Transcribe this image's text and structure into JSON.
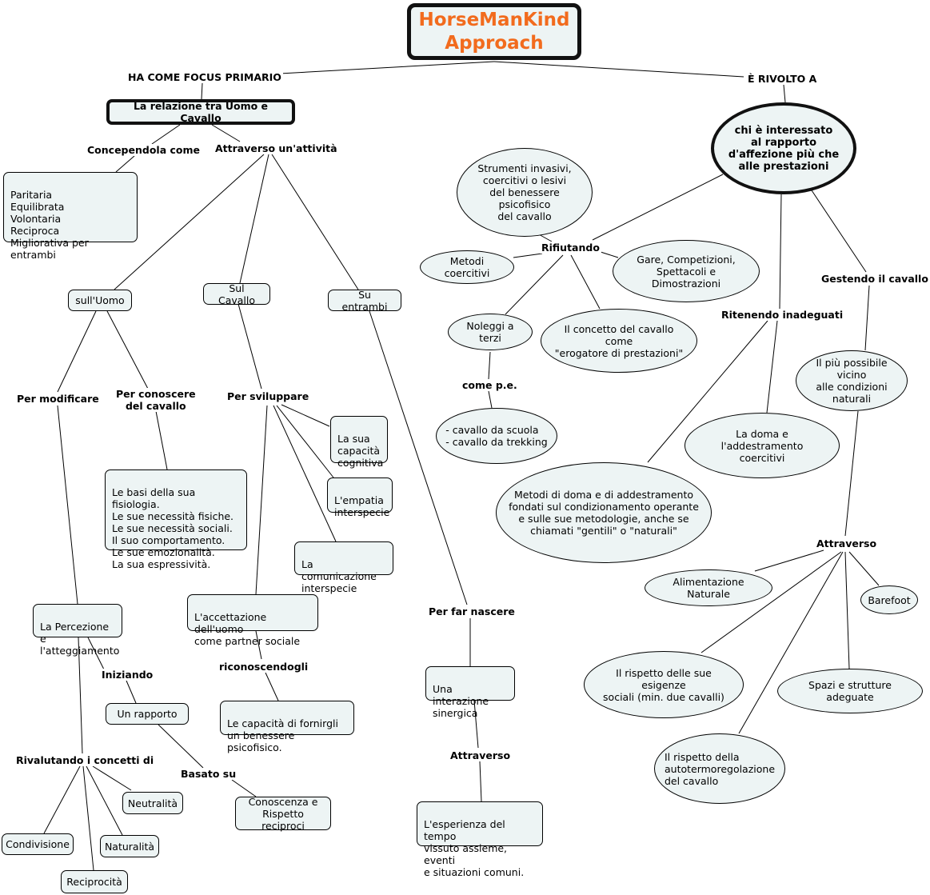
{
  "title": "HorseManKind\nApproach",
  "colors": {
    "title": "#f26b1d",
    "node_fill": "#edf4f4",
    "line": "#000000"
  },
  "links": {
    "focus": "HA COME FOCUS PRIMARIO",
    "rivolto": "È RIVOLTO A",
    "concependola": "Concependola come",
    "attraverso_attivita": "Attraverso un'attività",
    "per_modificare": "Per modificare",
    "per_conoscere": "Per conoscere\ndel cavallo",
    "per_sviluppare": "Per sviluppare",
    "iniziando": "Iniziando",
    "riconoscendogli": "riconoscendogli",
    "basato_su": "Basato su",
    "rivalutando": "Rivalutando i concetti di",
    "per_far_nascere": "Per far nascere",
    "attraverso_esperienza": "Attraverso",
    "rifiutando": "Rifiutando",
    "come_pe": "come p.e.",
    "ritenendo": "Ritenendo inadeguati",
    "gestendo": "Gestendo il cavallo",
    "attraverso_gestione": "Attraverso"
  },
  "nodes": {
    "relazione": "La relazione tra Uomo e Cavallo",
    "interessato": "chi è interessato\nal rapporto\nd'affezione più che\nalle prestazioni",
    "qualita": "Paritaria\nEquilibrata\nVolontaria\nReciproca\nMigliorativa per entrambi",
    "uomo": "sull'Uomo",
    "cavallo": "Sul Cavallo",
    "entrambi": "Su entrambi",
    "basi": "Le basi della sua fisiologia.\nLe sue necessità fisiche.\nLe sue necessità sociali.\nIl suo comportamento.\nLe sue emozionalità.\nLa sua espressività.",
    "capacita": "La sua\ncapacità\ncognitiva",
    "empatia": "L'empatia\ninterspecie",
    "comunicazione": "La comunicazione\ninterspecie",
    "accettazione": "L'accettazione dell'uomo\ncome partner sociale",
    "fornirgli": "Le capacità di fornirgli\nun benessere psicofisico.",
    "percezione": "La Percezione e\nl'atteggiamento",
    "rapporto": "Un rapporto",
    "conoscenza": "Conoscenza e\nRispetto reciproci",
    "neutralita": "Neutralità",
    "condivisione": "Condivisione",
    "naturalita": "Naturalità",
    "reciprocita": "Reciprocità",
    "interazione": "Una interazione\nsinergica",
    "esperienza": "L'esperienza del tempo\nvissuto assieme, eventi\ne situazioni comuni.",
    "strumenti": "Strumenti invasivi,\ncoercitivi o lesivi\ndel benessere\npsicofisico\ndel cavallo",
    "metodi_coercitivi": "Metodi coercitivi",
    "gare": "Gare, Competizioni,\nSpettacoli e Dimostrazioni",
    "noleggi": "Noleggi a terzi",
    "erogatore": "Il concetto del cavallo come\n\"erogatore di prestazioni\"",
    "scuola": "- cavallo da scuola\n- cavallo da trekking",
    "doma_coercitivi": "La doma e l'addestramento\ncoercitivi",
    "metodi_doma": "Metodi di doma e di addestramento\nfondati sul condizionamento operante\ne sulle sue metodologie, anche se\nchiamati \"gentili\" o \"naturali\"",
    "condizioni": "Il più possibile vicino\nalle condizioni naturali",
    "alimentazione": "Alimentazione Naturale",
    "barefoot": "Barefoot",
    "esigenze": "Il rispetto delle sue esigenze\nsociali (min. due cavalli)",
    "spazi": "Spazi e strutture adeguate",
    "autotermo": "Il rispetto della\nautotermoregolazione\ndel cavallo"
  }
}
